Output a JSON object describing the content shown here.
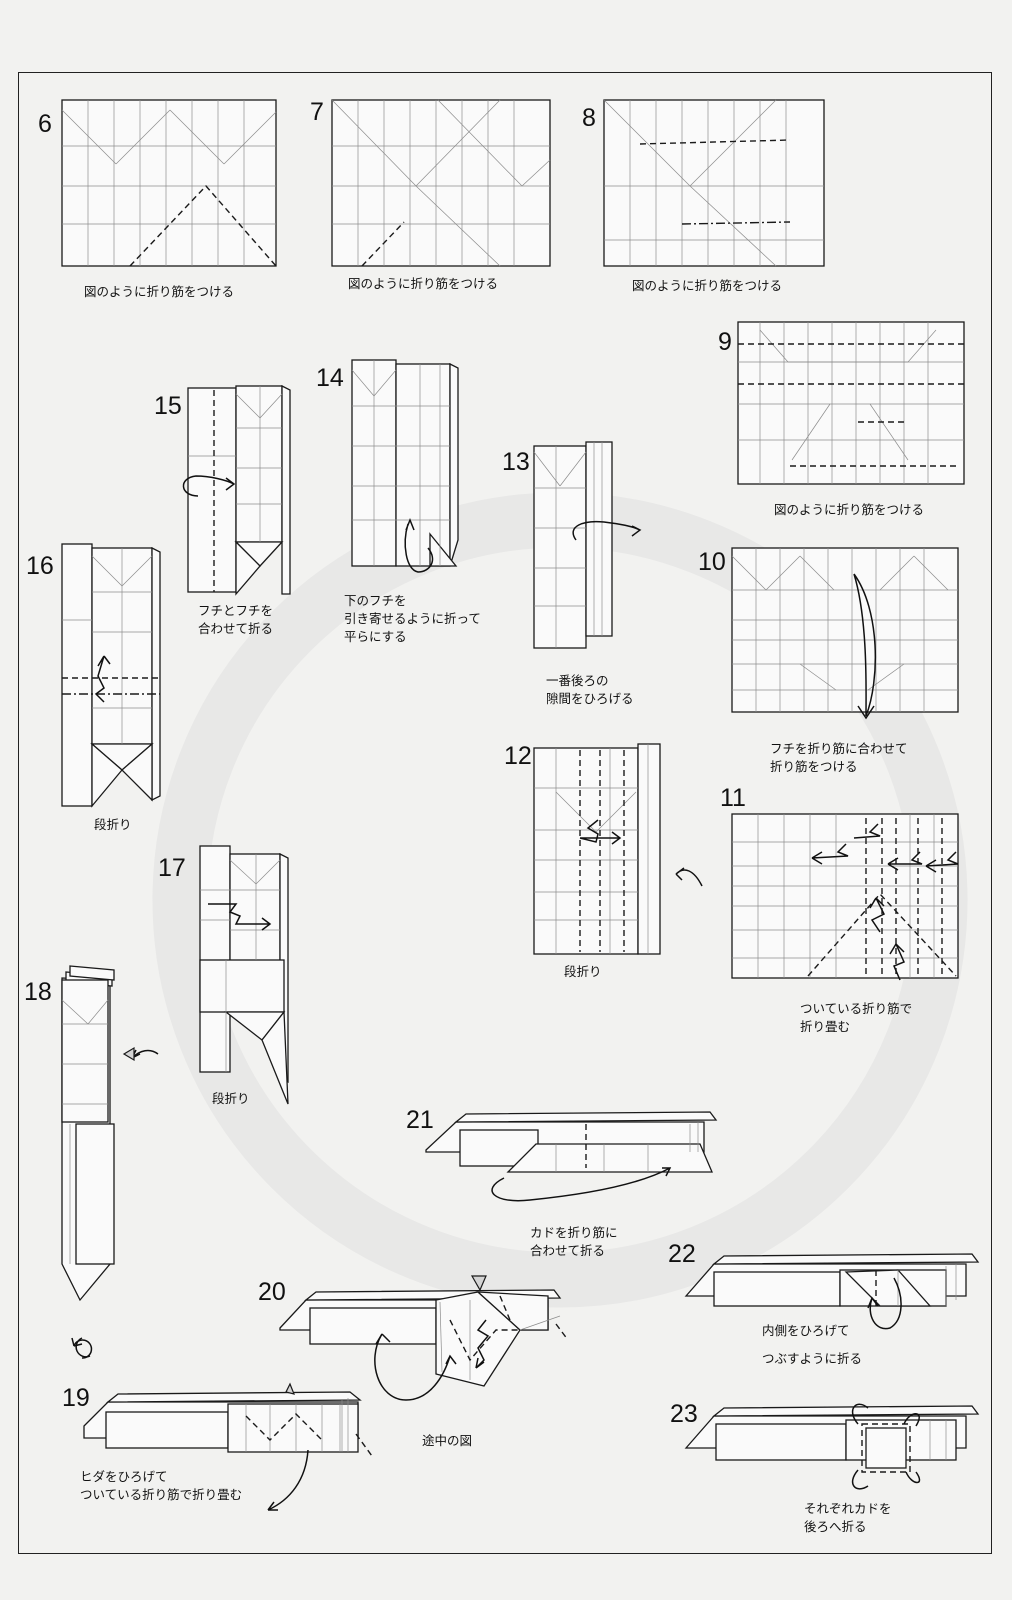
{
  "steps": [
    {
      "num": "6",
      "caption": [
        "図のように折り筋をつける"
      ]
    },
    {
      "num": "7",
      "caption": [
        "図のように折り筋をつける"
      ]
    },
    {
      "num": "8",
      "caption": [
        "図のように折り筋をつける"
      ]
    },
    {
      "num": "9",
      "caption": [
        "図のように折り筋をつける"
      ]
    },
    {
      "num": "10",
      "caption": [
        "フチを折り筋に合わせて",
        "折り筋をつける"
      ]
    },
    {
      "num": "11",
      "caption": [
        "ついている折り筋で",
        "折り畳む"
      ]
    },
    {
      "num": "12",
      "caption": [
        "段折り"
      ]
    },
    {
      "num": "13",
      "caption": [
        "一番後ろの",
        "隙間をひろげる"
      ]
    },
    {
      "num": "14",
      "caption": [
        "下のフチを",
        "引き寄せるように折って",
        "平らにする"
      ]
    },
    {
      "num": "15",
      "caption": [
        "フチとフチを",
        "合わせて折る"
      ]
    },
    {
      "num": "16",
      "caption": [
        "段折り"
      ]
    },
    {
      "num": "17",
      "caption": [
        "段折り"
      ]
    },
    {
      "num": "18",
      "caption": []
    },
    {
      "num": "19",
      "caption": [
        "ヒダをひろげて",
        "ついている折り筋で折り畳む"
      ]
    },
    {
      "num": "20",
      "caption": [
        "途中の図"
      ]
    },
    {
      "num": "21",
      "caption": [
        "カドを折り筋に",
        "合わせて折る"
      ]
    },
    {
      "num": "22",
      "caption": [
        "内側をひろげて",
        "つぶすように折る"
      ]
    },
    {
      "num": "23",
      "caption": [
        "それぞれカドを",
        "後ろへ折る"
      ]
    }
  ],
  "icons": {
    "turn_over": "turn-over-icon",
    "arrows": [
      "fold-arrow-icon",
      "pleat-arrow-icon",
      "push-arrow-icon",
      "rotate-arrow-icon"
    ]
  },
  "colors": {
    "line": "#1a1a1a",
    "crease": "#8c8c8c",
    "paper": "#fafafa",
    "background": "#f2f2f0"
  }
}
